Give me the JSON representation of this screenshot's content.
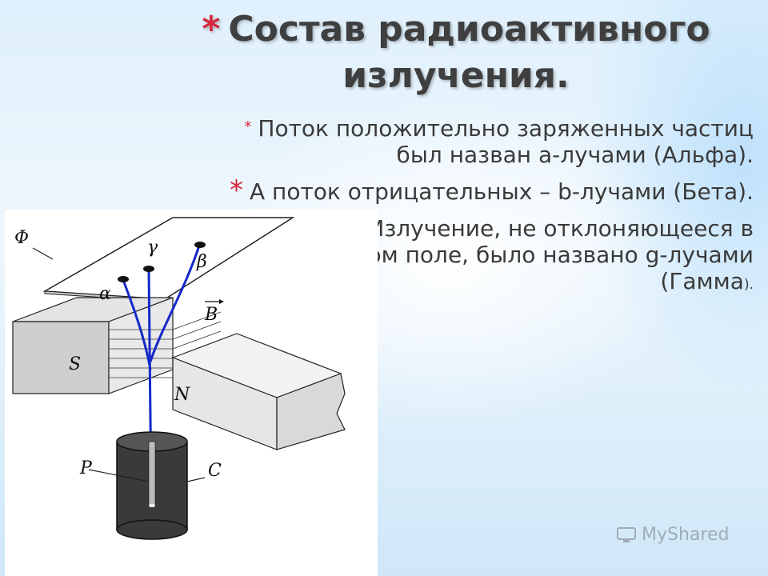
{
  "slide": {
    "title": {
      "star": "*",
      "line1": "Состав радиоактивного",
      "line2": "излучения."
    },
    "bullets": [
      {
        "star": "*",
        "text": "Поток положительно заряженных частиц был назван а-лучами (Альфа)."
      },
      {
        "star": "*",
        "text": "А поток отрицательных – b-лучами (Бета)."
      },
      {
        "star": "*",
        "text_main": "Излучение, не отклоняющееся в магнитном поле, было названо g-лучами (Гамма",
        "text_tail": ")."
      }
    ],
    "diagram": {
      "labels": {
        "phi": "Φ",
        "gamma": "γ",
        "alpha": "α",
        "beta": "β",
        "b_field": "B",
        "s": "S",
        "n": "N",
        "p": "P",
        "c": "C"
      },
      "colors": {
        "rays": "#1428c8",
        "container": "#3a3a3a",
        "magnet": "#d6d6d6"
      }
    },
    "watermark": {
      "text": "MyShared"
    },
    "colors": {
      "accent": "#d7263d",
      "text": "#3a3a3a",
      "title": "#3f3f3f"
    }
  }
}
